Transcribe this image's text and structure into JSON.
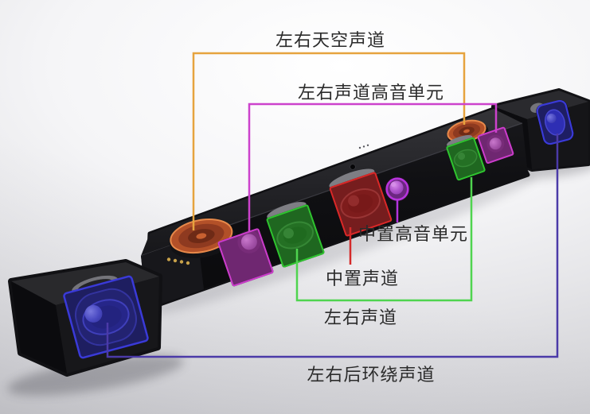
{
  "text_color": "#2b2b2b",
  "callouts": {
    "sky": {
      "label": "左右天空声道",
      "color": "#e6a33e"
    },
    "front_tweeters": {
      "label": "左右声道高音单元",
      "color": "#cc42cc"
    },
    "center_tweeter": {
      "label": "中置高音单元",
      "color": "#b335de"
    },
    "center": {
      "label": "中置声道",
      "color": "#d42a2a"
    },
    "front_lr": {
      "label": "左右声道",
      "color": "#4fd44f"
    },
    "rear_surround": {
      "label": "左右后环绕声道",
      "color": "#4b3aa8"
    }
  },
  "highlights": {
    "sky_driver": "#c4582a",
    "sky_rim": "#e8894a",
    "tweeter": "#cc3ccc",
    "woofer_green": "#2fc42f",
    "center_red": "#da2828",
    "center_tweeter": "#b833de",
    "surround_blue": "#3a3ad8"
  }
}
